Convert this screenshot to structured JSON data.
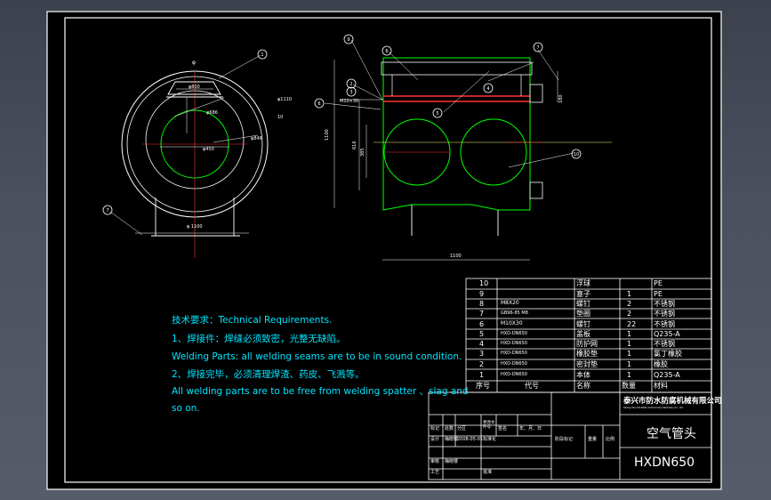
{
  "tech": {
    "heading": "技术要求：Technical Requirements.",
    "line1": "1、焊接件：焊缝必须致密，光整无缺陷。",
    "line2": "Welding Parts: all welding seams are to be in sound condition.",
    "line3": "2、焊接完毕，必须清理焊渣、药皮、飞溅等。",
    "line4": "All welding parts are to be free from welding spatter 、slag and",
    "line5": "so on."
  },
  "views": {
    "left": {
      "phi800": "φ800",
      "phi1110": "φ1110",
      "phi846": "φ846",
      "phi686": "φ686",
      "phi450": "φ450",
      "label_10": "10",
      "width_label": "φ 1100",
      "balloons": [
        "1",
        "7"
      ]
    },
    "right": {
      "m10x30": "M10×30",
      "h1100": "1100",
      "h616": "616",
      "h385": "385",
      "h180": "180",
      "w1100": "1100",
      "balloons": [
        "9",
        "6",
        "8",
        "2",
        "4",
        "3",
        "5",
        "7",
        "10"
      ]
    }
  },
  "bom": {
    "rows": [
      {
        "no": "10",
        "code": "",
        "name": "浮球",
        "qty": "",
        "mat": "PE"
      },
      {
        "no": "9",
        "code": "",
        "name": "塞子",
        "qty": "1",
        "mat": "PE"
      },
      {
        "no": "8",
        "code": "M8X20",
        "name": "螺钉",
        "qty": "2",
        "mat": "不锈钢"
      },
      {
        "no": "7",
        "code": "GB96-85 M8",
        "name": "垫圈",
        "qty": "2",
        "mat": "不锈钢"
      },
      {
        "no": "6",
        "code": "M10X30",
        "name": "螺钉",
        "qty": "22",
        "mat": "不锈钢"
      },
      {
        "no": "5",
        "code": "HXD-DN650",
        "name": "盖板",
        "qty": "1",
        "mat": "Q235-A"
      },
      {
        "no": "4",
        "code": "HXD-DN650",
        "name": "防护网",
        "qty": "1",
        "mat": "不锈钢"
      },
      {
        "no": "3",
        "code": "HXD-DN650",
        "name": "橡胶垫",
        "qty": "1",
        "mat": "氯丁橡胶"
      },
      {
        "no": "2",
        "code": "HXD-DN650",
        "name": "密封垫",
        "qty": "1",
        "mat": "橡胶"
      },
      {
        "no": "1",
        "code": "HXD-DN650",
        "name": "本体",
        "qty": "1",
        "mat": "Q235-A"
      }
    ],
    "header": {
      "no": "序号",
      "code": "代号",
      "name": "名称",
      "qty": "数量",
      "mat": "材料"
    }
  },
  "titleblock": {
    "company": "泰兴市防水防腐机械有限公司",
    "company_en": "Taixing City Anti-Water Anticorrosion Machinery Co., Ltd.",
    "drawing_name": "空气管头",
    "drawing_no": "HXDN650",
    "cells": {
      "biaoji": "标记",
      "chushu": "处数",
      "fenqu": "分区",
      "gengwen": "更改文件号",
      "qianming": "签名",
      "nianyueri": "年、月、日",
      "sheji": "设计",
      "date": "2008-05-01",
      "biaozhunhua": "标准化",
      "jieduan": "阶段标记",
      "zhongliang": "重量",
      "bili": "比例",
      "shenhe": "审核",
      "gongyi": "工艺",
      "pizhun": "批准",
      "hx": "梅晓楼"
    }
  }
}
